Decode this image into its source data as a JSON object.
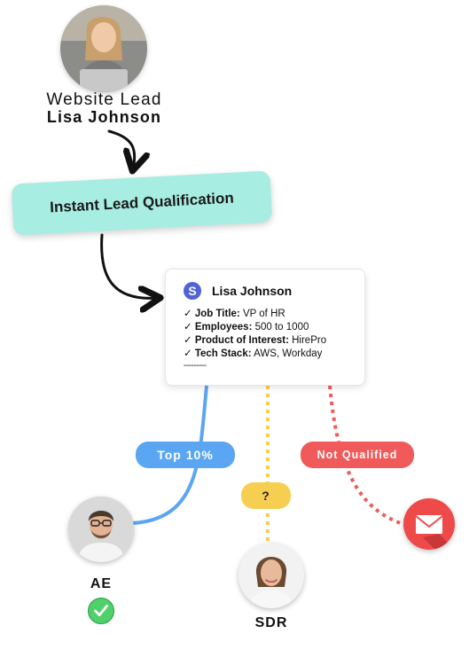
{
  "lead": {
    "source_label": "Website Lead",
    "name": "Lisa Johnson"
  },
  "qualification": {
    "label": "Instant Lead Qualification"
  },
  "card": {
    "logo_letter": "S",
    "name": "Lisa Johnson",
    "rows": [
      {
        "check": "✓",
        "key": "Job Title:",
        "value": "VP of HR"
      },
      {
        "check": "✓",
        "key": "Employees:",
        "value": "500 to 1000"
      },
      {
        "check": "✓",
        "key": "Product of Interest:",
        "value": "HirePro"
      },
      {
        "check": "✓",
        "key": "Tech Stack:",
        "value": "AWS, Workday"
      }
    ],
    "divider": "---------"
  },
  "routes": {
    "top": "Top 10%",
    "unknown": "?",
    "not_qualified": "Not Qualified"
  },
  "roles": {
    "ae": "AE",
    "sdr": "SDR"
  },
  "colors": {
    "qual_pill": "#a8ede1",
    "top_route": "#5aa6f2",
    "unknown_route": "#f6cf52",
    "nq_route": "#f05a5a",
    "check": "#4fd06b"
  },
  "icons": {
    "logo": "s-logo-icon",
    "check": "checkmark-icon",
    "mail": "envelope-icon"
  }
}
